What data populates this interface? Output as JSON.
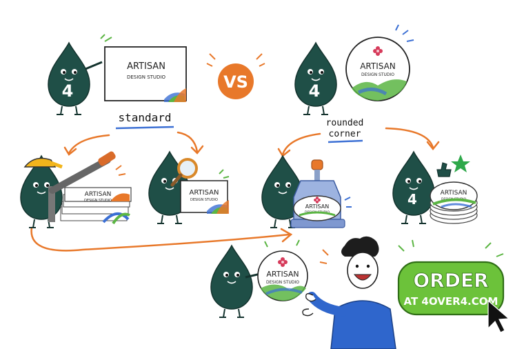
{
  "card_text": {
    "line1": "ARTISAN",
    "line2": "DESIGN STUDIO"
  },
  "mascot_label": "4",
  "vs_label": "VS",
  "labels": {
    "standard": "standard",
    "rounded_line1": "rounded",
    "rounded_line2": "corner"
  },
  "cta": {
    "line1": "ORDER",
    "line2": "AT 4OVER4.COM"
  },
  "colors": {
    "mascot": "#1f4f47",
    "accent_orange": "#e8782a",
    "accent_green": "#5bb543",
    "accent_blue": "#3b6fd4",
    "flower_pink": "#d63a5a",
    "cta_green": "#6cc23a"
  },
  "icons": [
    "star-icon",
    "thumbs-up-icon",
    "magnifier-icon",
    "pointer-cursor-icon",
    "paper-cutter-icon",
    "corner-punch-icon"
  ]
}
